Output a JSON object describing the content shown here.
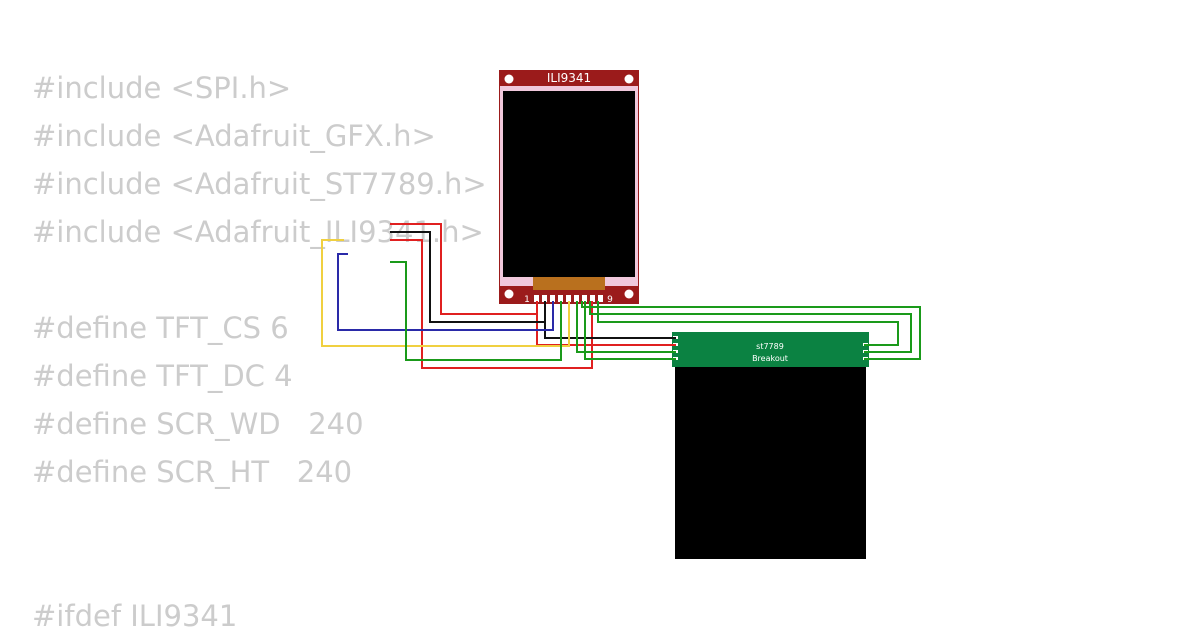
{
  "code": {
    "lines": [
      "#include <SPI.h>",
      "#include <Adafruit_GFX.h>",
      "#include <Adafruit_ST7789.h>",
      "#include <Adafruit_ILI9341.h>",
      "",
      "#define TFT_CS 6",
      "#define TFT_DC 4",
      "#define SCR_WD   240",
      "#define SCR_HT   240",
      "",
      "",
      "#ifdef ILI9341"
    ]
  },
  "ili9341": {
    "label": "ILI9341",
    "pin_first": "1",
    "pin_last": "9",
    "board_color": "#9b1b1b",
    "screen_color": "#000000",
    "connector_color": "#b9701e"
  },
  "st7789": {
    "label_line1": "st7789",
    "label_line2": "Breakout",
    "board_color": "#0b8242",
    "screen_color": "#000000"
  },
  "wire_colors": {
    "red": "#e02020",
    "black": "#111111",
    "blue": "#2a2aa8",
    "yellow": "#f0d040",
    "green": "#1a9a1a"
  }
}
